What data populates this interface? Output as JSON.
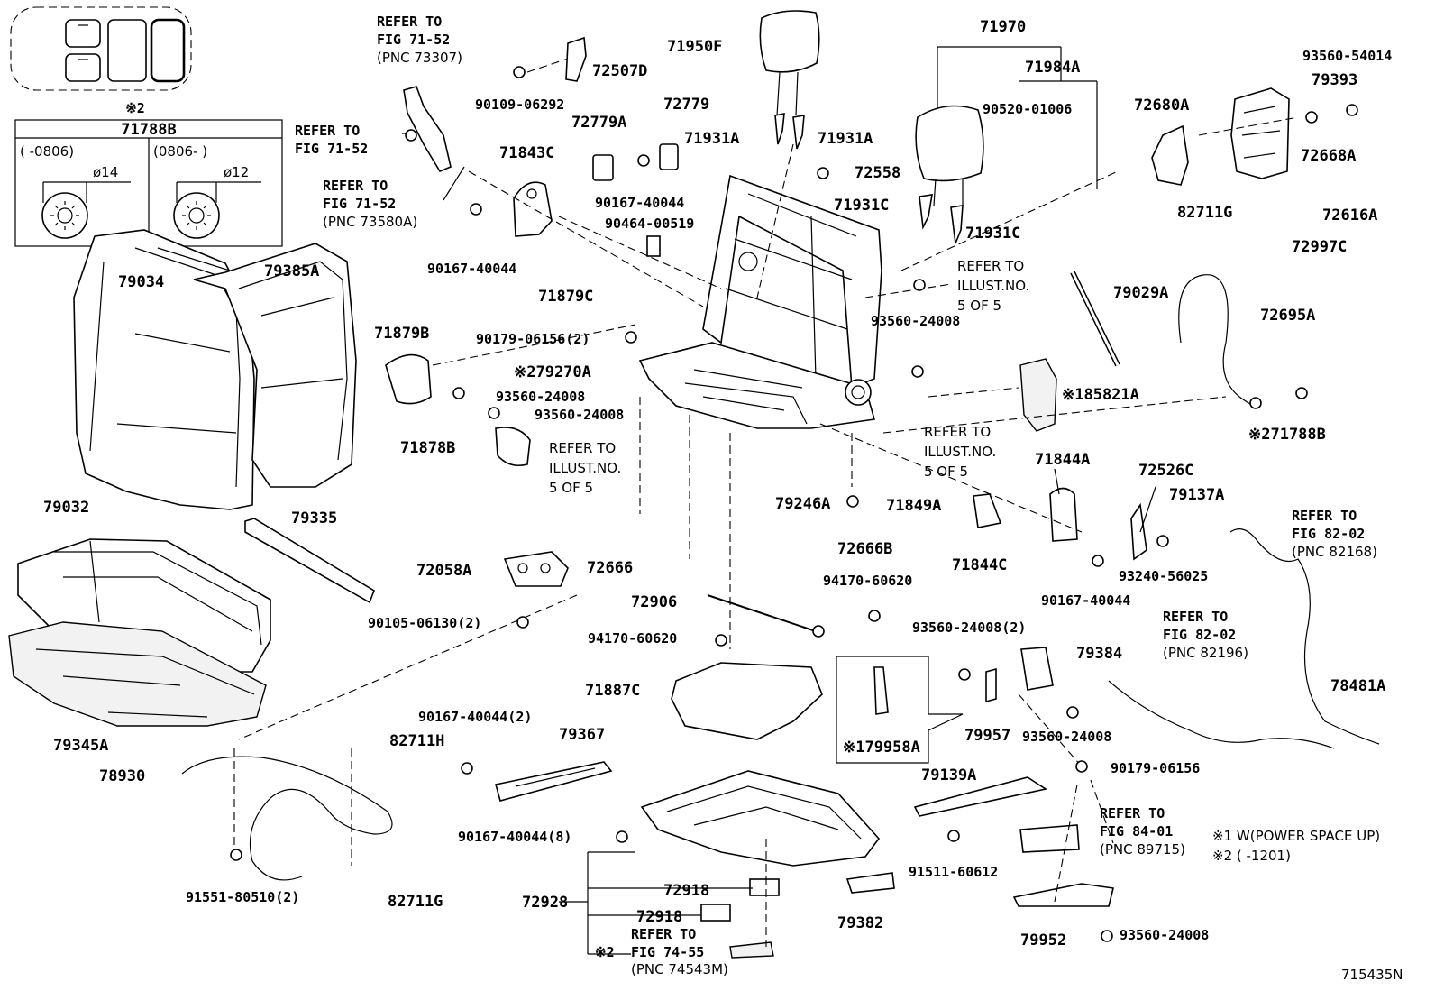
{
  "diagram": {
    "id_code": "715435N",
    "legend": {
      "box_title": "71788B",
      "box_mark": "※2",
      "col_left": "(     -0806)",
      "col_right": "(0806-       )",
      "dia_left": "ø14",
      "dia_right": "ø12"
    },
    "notes": [
      "※1 W(POWER SPACE UP)",
      "※2 (       -1201)"
    ],
    "refs": {
      "r1": [
        "REFER TO",
        "FIG 71-52",
        "(PNC 73307)"
      ],
      "r2": [
        "REFER TO",
        "FIG 71-52"
      ],
      "r3": [
        "REFER TO",
        "FIG 71-52",
        "(PNC 73580A)"
      ],
      "r4": [
        "REFER TO",
        "ILLUST.NO.",
        "5 OF 5"
      ],
      "r5": [
        "REFER TO",
        "ILLUST.NO.",
        "5 OF 5"
      ],
      "r6": [
        "REFER TO",
        "ILLUST.NO.",
        "5 OF 5"
      ],
      "r7": [
        "REFER TO",
        "FIG 82-02",
        "(PNC 82168)"
      ],
      "r8": [
        "REFER TO",
        "FIG 82-02",
        "(PNC 82196)"
      ],
      "r9": [
        "REFER TO",
        "FIG 84-01",
        "(PNC 89715)"
      ],
      "r10": [
        "REFER TO",
        "FIG 74-55",
        "(PNC 74543M)"
      ]
    },
    "parts": {
      "p72507D": "72507D",
      "p90109": "90109-06292",
      "p71950F": "71950F",
      "p71970": "71970",
      "p71984A": "71984A",
      "p90520": "90520-01006",
      "p93560_54014": "93560-54014",
      "p79393": "79393",
      "p72680A": "72680A",
      "p72668A": "72668A",
      "p72779A": "72779A",
      "p72779": "72779",
      "p71931A_l": "71931A",
      "p71931A_r": "71931A",
      "p71843C": "71843C",
      "p90167_a": "90167-40044",
      "p72558": "72558",
      "p71931C_l": "71931C",
      "p71931C_r": "71931C",
      "p82711G_top": "82711G",
      "p72616A": "72616A",
      "p72997C": "72997C",
      "p90464": "90464-00519",
      "p90167_b": "90167-40044",
      "p71879C": "71879C",
      "p79034": "79034",
      "p79385A": "79385A",
      "p79029A": "79029A",
      "p72695A": "72695A",
      "p71879B": "71879B",
      "p90179_2": "90179-06156(2)",
      "p93560_24008_a": "93560-24008",
      "p79270A": "※279270A",
      "p93560_24008_b": "93560-24008",
      "p93560_24008_c": "93560-24008",
      "p185821A": "※185821A",
      "p71788B_r": "※271788B",
      "p71878B": "71878B",
      "p71844A": "71844A",
      "p72526C": "72526C",
      "p79032": "79032",
      "p79335": "79335",
      "p79246A": "79246A",
      "p71849A": "71849A",
      "p79137A": "79137A",
      "p72058A": "72058A",
      "p72666": "72666",
      "p72666B": "72666B",
      "p71844C": "71844C",
      "p93240": "93240-56025",
      "p94170_a": "94170-60620",
      "p72906": "72906",
      "p90167_c": "90167-40044",
      "p90105": "90105-06130(2)",
      "p94170_b": "94170-60620",
      "p93560_24008_2": "93560-24008(2)",
      "p79384": "79384",
      "p78481A": "78481A",
      "p71887C": "71887C",
      "p79345A": "79345A",
      "p90167_2": "90167-40044(2)",
      "p79367": "79367",
      "p82711H": "82711H",
      "p79957": "79957",
      "p93560_24008_d": "93560-24008",
      "p79958A": "※179958A",
      "p78930": "78930",
      "p90179_b": "90179-06156",
      "p79139A": "79139A",
      "p90167_8": "90167-40044(8)",
      "p91511": "91511-60612",
      "p72918_a": "72918",
      "p72928": "72928",
      "p72918_b": "72918",
      "p79382": "79382",
      "p91551": "91551-80510(2)",
      "p82711G_b": "82711G",
      "p79952": "79952",
      "p93560_24008_e": "93560-24008",
      "mark_r10": "※2"
    }
  }
}
